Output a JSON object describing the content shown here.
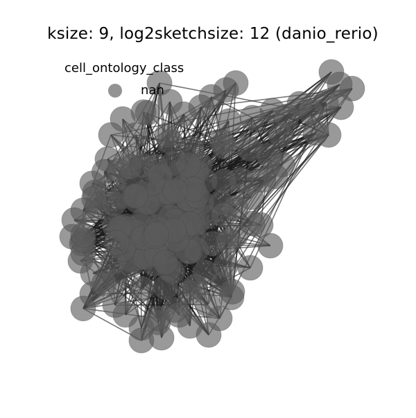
{
  "title": "ksize: 9, log2sketchsize: 12 (danio_rerio)",
  "legend": {
    "title": "cell_ontology_class",
    "entries": [
      {
        "label": "nan",
        "color": "#808080"
      }
    ]
  },
  "node_color": "#5a5a5a",
  "edge_color": "#1a1a1a"
}
